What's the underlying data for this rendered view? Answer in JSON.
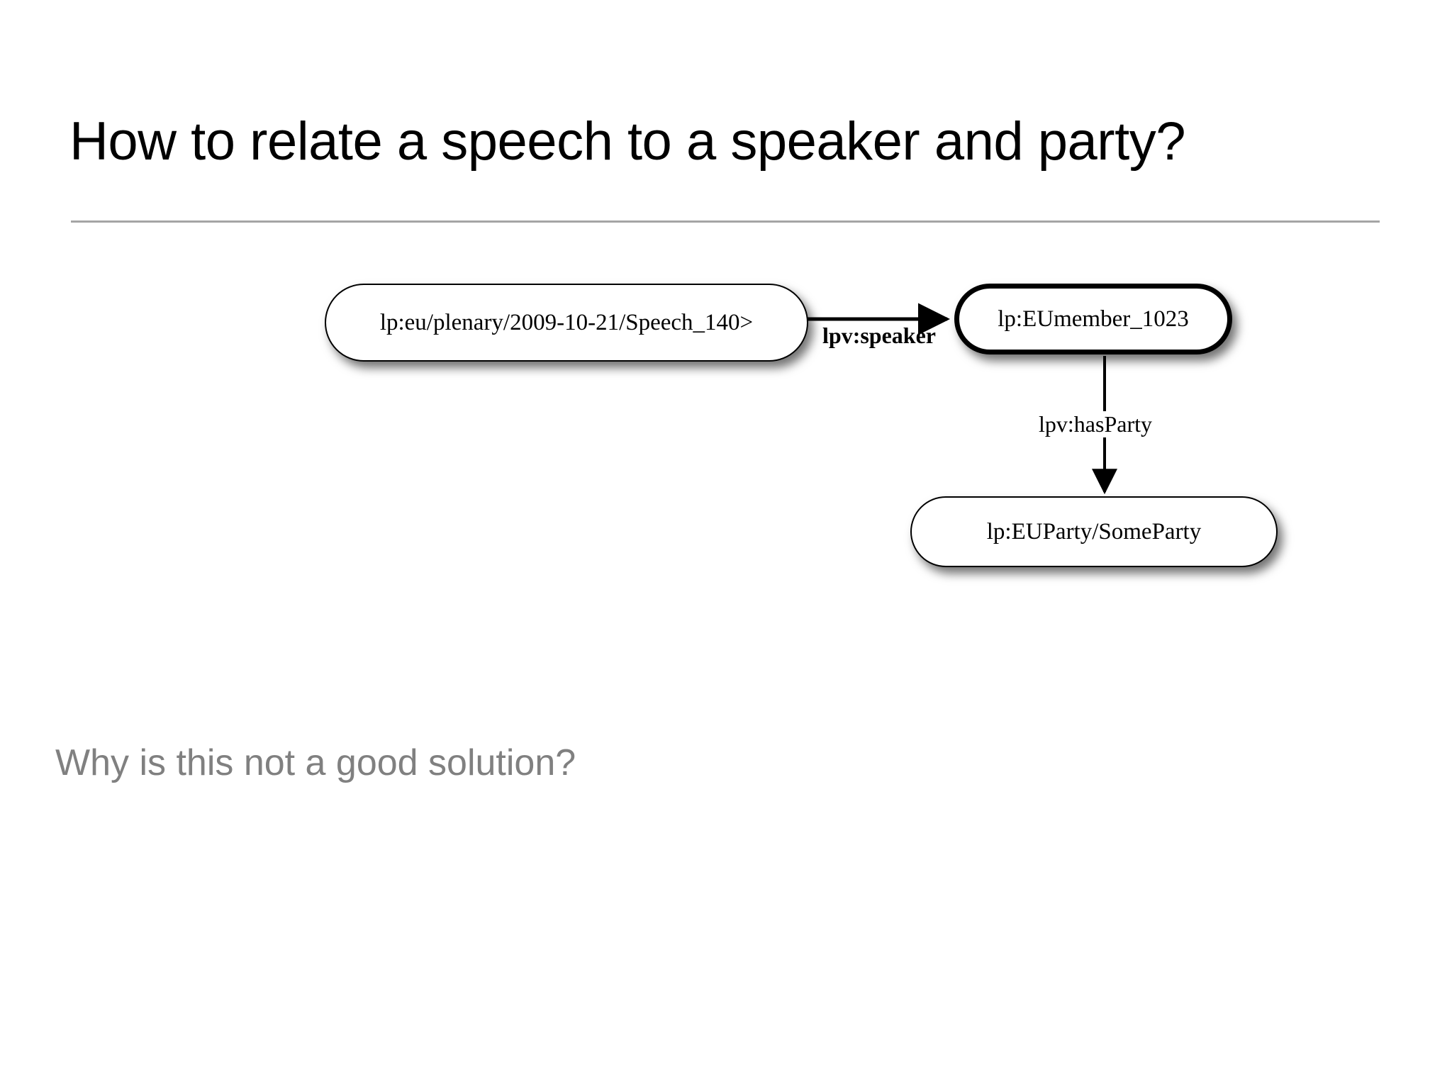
{
  "slide": {
    "title": "How to relate a speech to a speaker and party?",
    "bottom_note": "Why is this not a good solution?",
    "background_color": "#ffffff",
    "title_color": "#000000",
    "note_color": "#808080",
    "divider_color": "#a5a5a5"
  },
  "diagram": {
    "type": "rdf-graph",
    "nodes": [
      {
        "id": "speech",
        "label": "lp:eu/plenary/2009-10-21/Speech_140>",
        "emphasis": "normal"
      },
      {
        "id": "member",
        "label": "lp:EUmember_1023",
        "emphasis": "bold-border"
      },
      {
        "id": "party",
        "label": "lp:EUParty/SomeParty",
        "emphasis": "normal"
      }
    ],
    "edges": [
      {
        "id": "speaker",
        "label": "lpv:speaker",
        "from": "speech",
        "to": "member",
        "direction": "horizontal",
        "label_weight": "bold"
      },
      {
        "id": "hasParty",
        "label": "lpv:hasParty",
        "from": "member",
        "to": "party",
        "direction": "vertical",
        "label_weight": "normal"
      }
    ]
  }
}
